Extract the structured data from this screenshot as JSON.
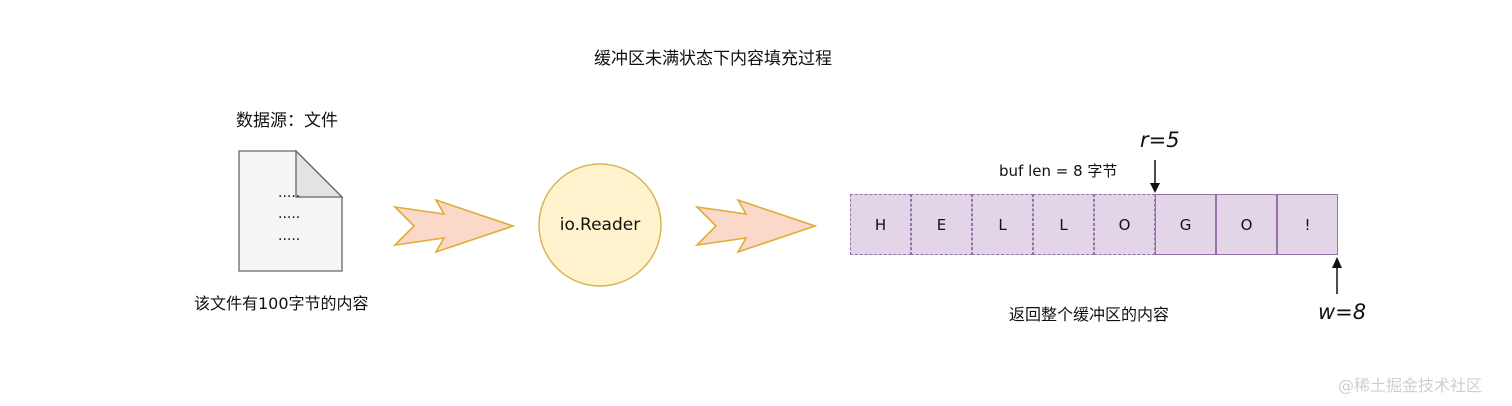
{
  "title": "缓冲区未满状态下内容填充过程",
  "source_label": "数据源：文件",
  "file": {
    "lines": [
      ".....",
      ".....",
      "....."
    ],
    "caption": "该文件有100字节的内容"
  },
  "reader": {
    "label": "io.Reader"
  },
  "buffer": {
    "length_label": "buf len = 8 字节",
    "cells": [
      "H",
      "E",
      "L",
      "L",
      "O",
      "G",
      "O",
      "!"
    ],
    "consumed_count": 5,
    "r_label": "r=5",
    "w_label": "w=8",
    "caption": "返回整个缓冲区的内容"
  },
  "watermark": "@稀土掘金技术社区",
  "colors": {
    "file_fill": "#f5f5f5",
    "file_stroke": "#666666",
    "arrow_fill": "#fad9c8",
    "arrow_stroke": "#e0ac36",
    "reader_fill": "#fff2cc",
    "reader_stroke": "#d6b656",
    "cell_fill": "#e1d5e7",
    "cell_stroke": "#9673a6"
  }
}
